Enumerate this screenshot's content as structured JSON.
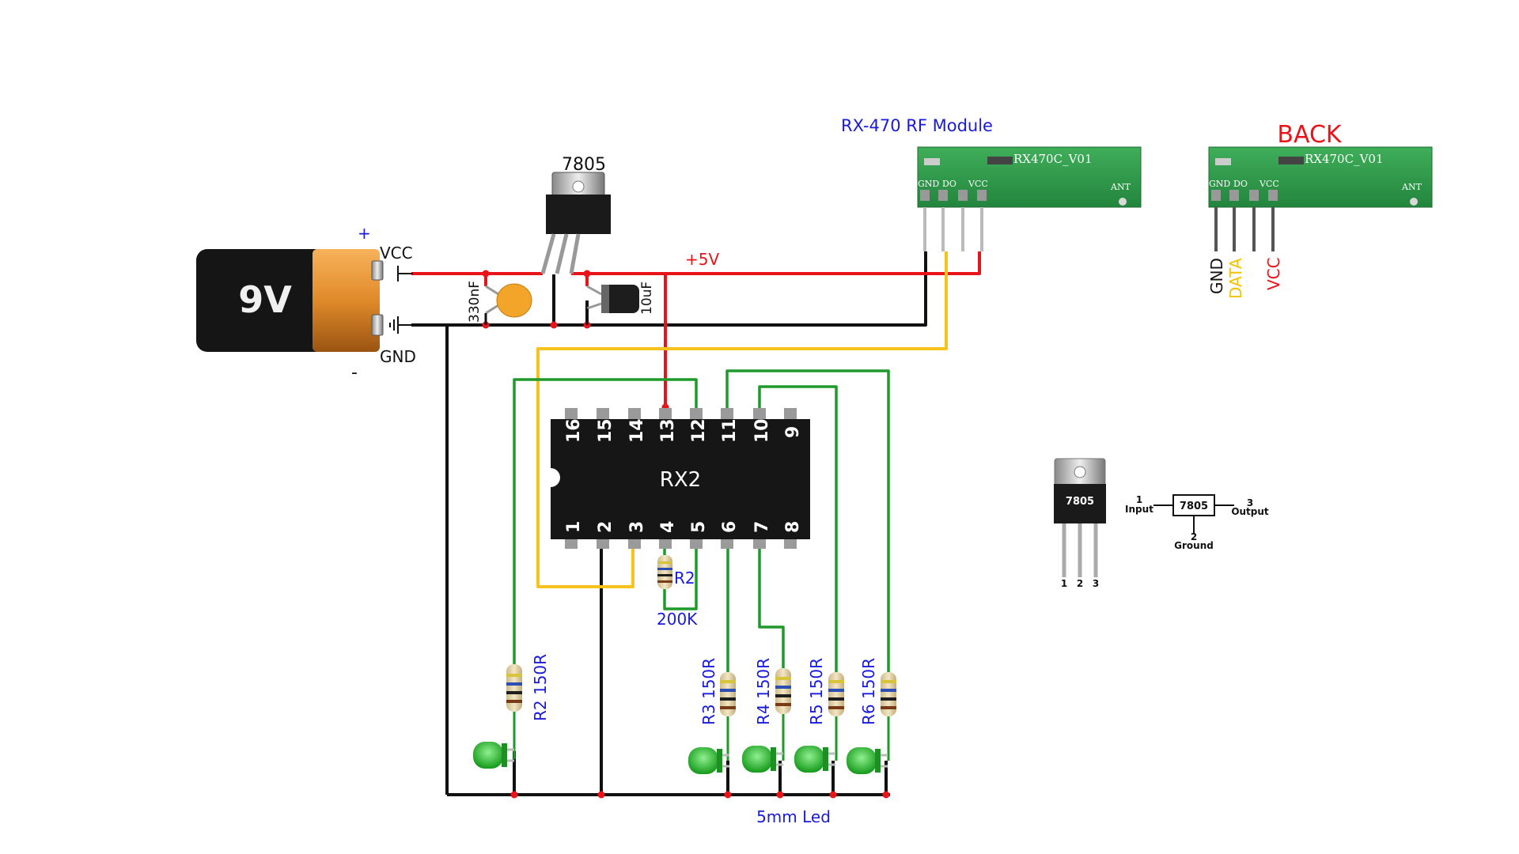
{
  "battery": {
    "label": "9V",
    "plus": "+",
    "minus": "-",
    "vcc": "VCC",
    "gnd": "GND"
  },
  "regulator": {
    "label": "7805"
  },
  "supply": {
    "rail_label": "+5V"
  },
  "caps": {
    "c1": "330nF",
    "c2": "10uF"
  },
  "rf_module": {
    "title": "RX-470 RF Module",
    "board_text": "RX470C_V01",
    "pins": [
      "GND",
      "DO",
      "VCC"
    ],
    "ant": "ANT"
  },
  "rf_back": {
    "title": "BACK",
    "board_text": "RX470C_V01",
    "pins": [
      "GND",
      "DO",
      "VCC"
    ],
    "ant": "ANT",
    "pin_labels": [
      {
        "text": "GND",
        "color": "#111111"
      },
      {
        "text": "DATA",
        "color": "#f2c200"
      },
      {
        "text": "VCC",
        "color": "#e8141a"
      }
    ]
  },
  "ic": {
    "label": "RX2",
    "top_pins": [
      "16",
      "15",
      "14",
      "13",
      "12",
      "11",
      "10",
      "9"
    ],
    "bottom_pins": [
      "1",
      "2",
      "3",
      "4",
      "5",
      "6",
      "7",
      "8"
    ]
  },
  "resistors": {
    "r_osc": {
      "name": "R2",
      "value": "200K"
    },
    "led_res": [
      "R2 150R",
      "R3 150R",
      "R4 150R",
      "R5 150R",
      "R6 150R"
    ]
  },
  "led_label": "5mm Led",
  "pinout": {
    "chip_label": "7805",
    "pin_numbers": [
      "1",
      "2",
      "3"
    ],
    "input_num": "1",
    "input": "Input",
    "ground_num": "2",
    "ground": "Ground",
    "output_num": "3",
    "output": "Output"
  },
  "colors": {
    "red": "#e8141a",
    "black": "#111111",
    "yellow": "#f7c21b",
    "green": "#1f9a2a",
    "label_blue": "#1a1adb"
  }
}
